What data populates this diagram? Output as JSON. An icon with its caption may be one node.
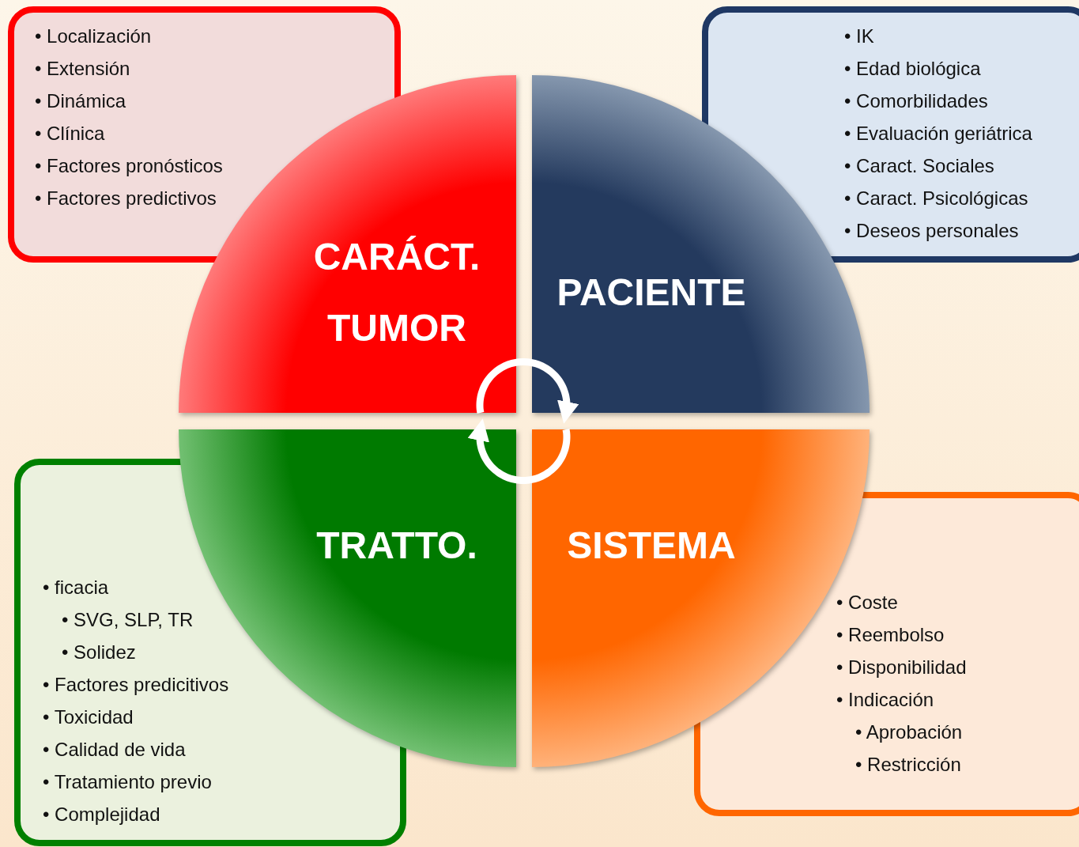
{
  "diagram": {
    "nodes": [
      {
        "text": [
          "• Localización",
          "• Extensión",
          "• Dinámica",
          "• Clínica",
          "• Factores pronósticos",
          "• Factores predictivos"
        ]
      },
      {
        "text": [
          "• IK",
          "• Edad biológica",
          "• Comorbilidades",
          "• Evaluación geriátrica",
          "• Caract. Sociales",
          "• Caract. Psicológicas",
          "• Deseos personales"
        ]
      },
      {
        "text": [
          "CARÁCT. TUMOR"
        ]
      },
      {
        "text": [
          "PACIENTE"
        ]
      },
      {
        "text": [
          "TRATTO."
        ]
      },
      {
        "text": [
          "SISTEMA"
        ]
      },
      {
        "text": [
          "• ficacia",
          "• SVG, SLP, TR",
          "• Solidez",
          "• Factores predicitivos",
          "• Toxicidad",
          "• Calidad de vida",
          "• Tratamiento previo",
          "• Complejidad"
        ]
      },
      {
        "text": [
          "• Coste",
          "• Reembolso",
          "• Disponibilidad",
          "• Indicación",
          "• Aprobación",
          "• Restricción"
        ]
      }
    ],
    "edges": [
      {
        "from": 2,
        "to": 3,
        "arrow": "to"
      },
      {
        "from": 5,
        "to": 4,
        "arrow": "to"
      }
    ]
  }
}
